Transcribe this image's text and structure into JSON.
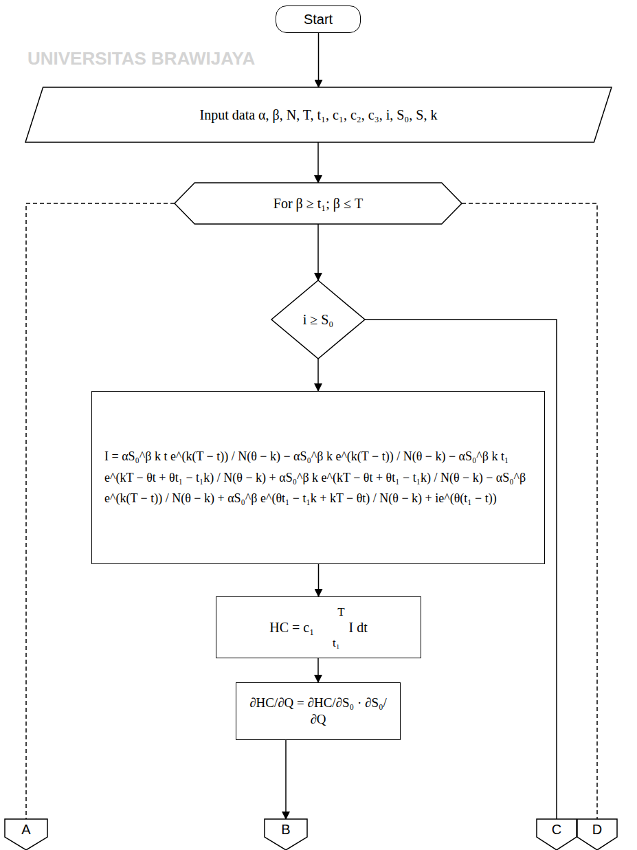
{
  "diagram": {
    "nodes": [
      {
        "text": [
          "Start"
        ]
      },
      {
        "text": [
          "Input data α, β, N, T, t₁, c₁, c₂, c₃, i, S₀, S, k"
        ]
      },
      {
        "text": [
          "For β ≥ t₁; β ≤ T"
        ]
      },
      {
        "text": [
          "i ≥ S₀"
        ]
      },
      {
        "text": [
          "I = αS₀^β k t e^(k(T − t)) / N(θ − k) − αS₀^β k e^(k(T − t)) / N(θ − k) − αS₀^β k t₁ e^(kT − θt + θt₁ − t₁k) / N(θ − k) + αS₀^β k e^(kT − θt + θt₁ − t₁k) / N(θ − k) − αS₀^β e^(k(T − t)) / N(θ − k) + αS₀^β e^(θt₁ − t₁k + kT − θt) / N(θ − k) + ie^(θ(t₁ − t))"
        ]
      },
      {
        "text": [
          "HC = c₁",
          "T",
          "t₁",
          "I dt"
        ]
      },
      {
        "text": [
          "∂HC/∂Q = ∂HC/∂S₀ · ∂S₀/∂Q"
        ]
      },
      {
        "text": [
          "A"
        ]
      },
      {
        "text": [
          "B"
        ]
      },
      {
        "text": [
          "C"
        ]
      },
      {
        "text": [
          "D"
        ]
      }
    ],
    "edges": [
      {
        "from": 0,
        "to": 1,
        "arrow": "to"
      },
      {
        "from": 1,
        "to": 2,
        "arrow": "to"
      },
      {
        "from": 2,
        "to": 3,
        "arrow": "to"
      },
      {
        "from": 3,
        "to": 4,
        "arrow": "to"
      },
      {
        "from": 4,
        "to": 5,
        "arrow": "to"
      },
      {
        "from": 5,
        "to": 6,
        "arrow": "to"
      },
      {
        "from": 6,
        "to": 8,
        "arrow": "to"
      },
      {
        "from": 3,
        "to": 9,
        "arrow": "none"
      },
      {
        "from": 2,
        "to": 7,
        "arrow": "none"
      },
      {
        "from": 2,
        "to": 10,
        "arrow": "none"
      }
    ],
    "labels": [
      "UNIVERSITAS BRAWIJAYA"
    ]
  }
}
